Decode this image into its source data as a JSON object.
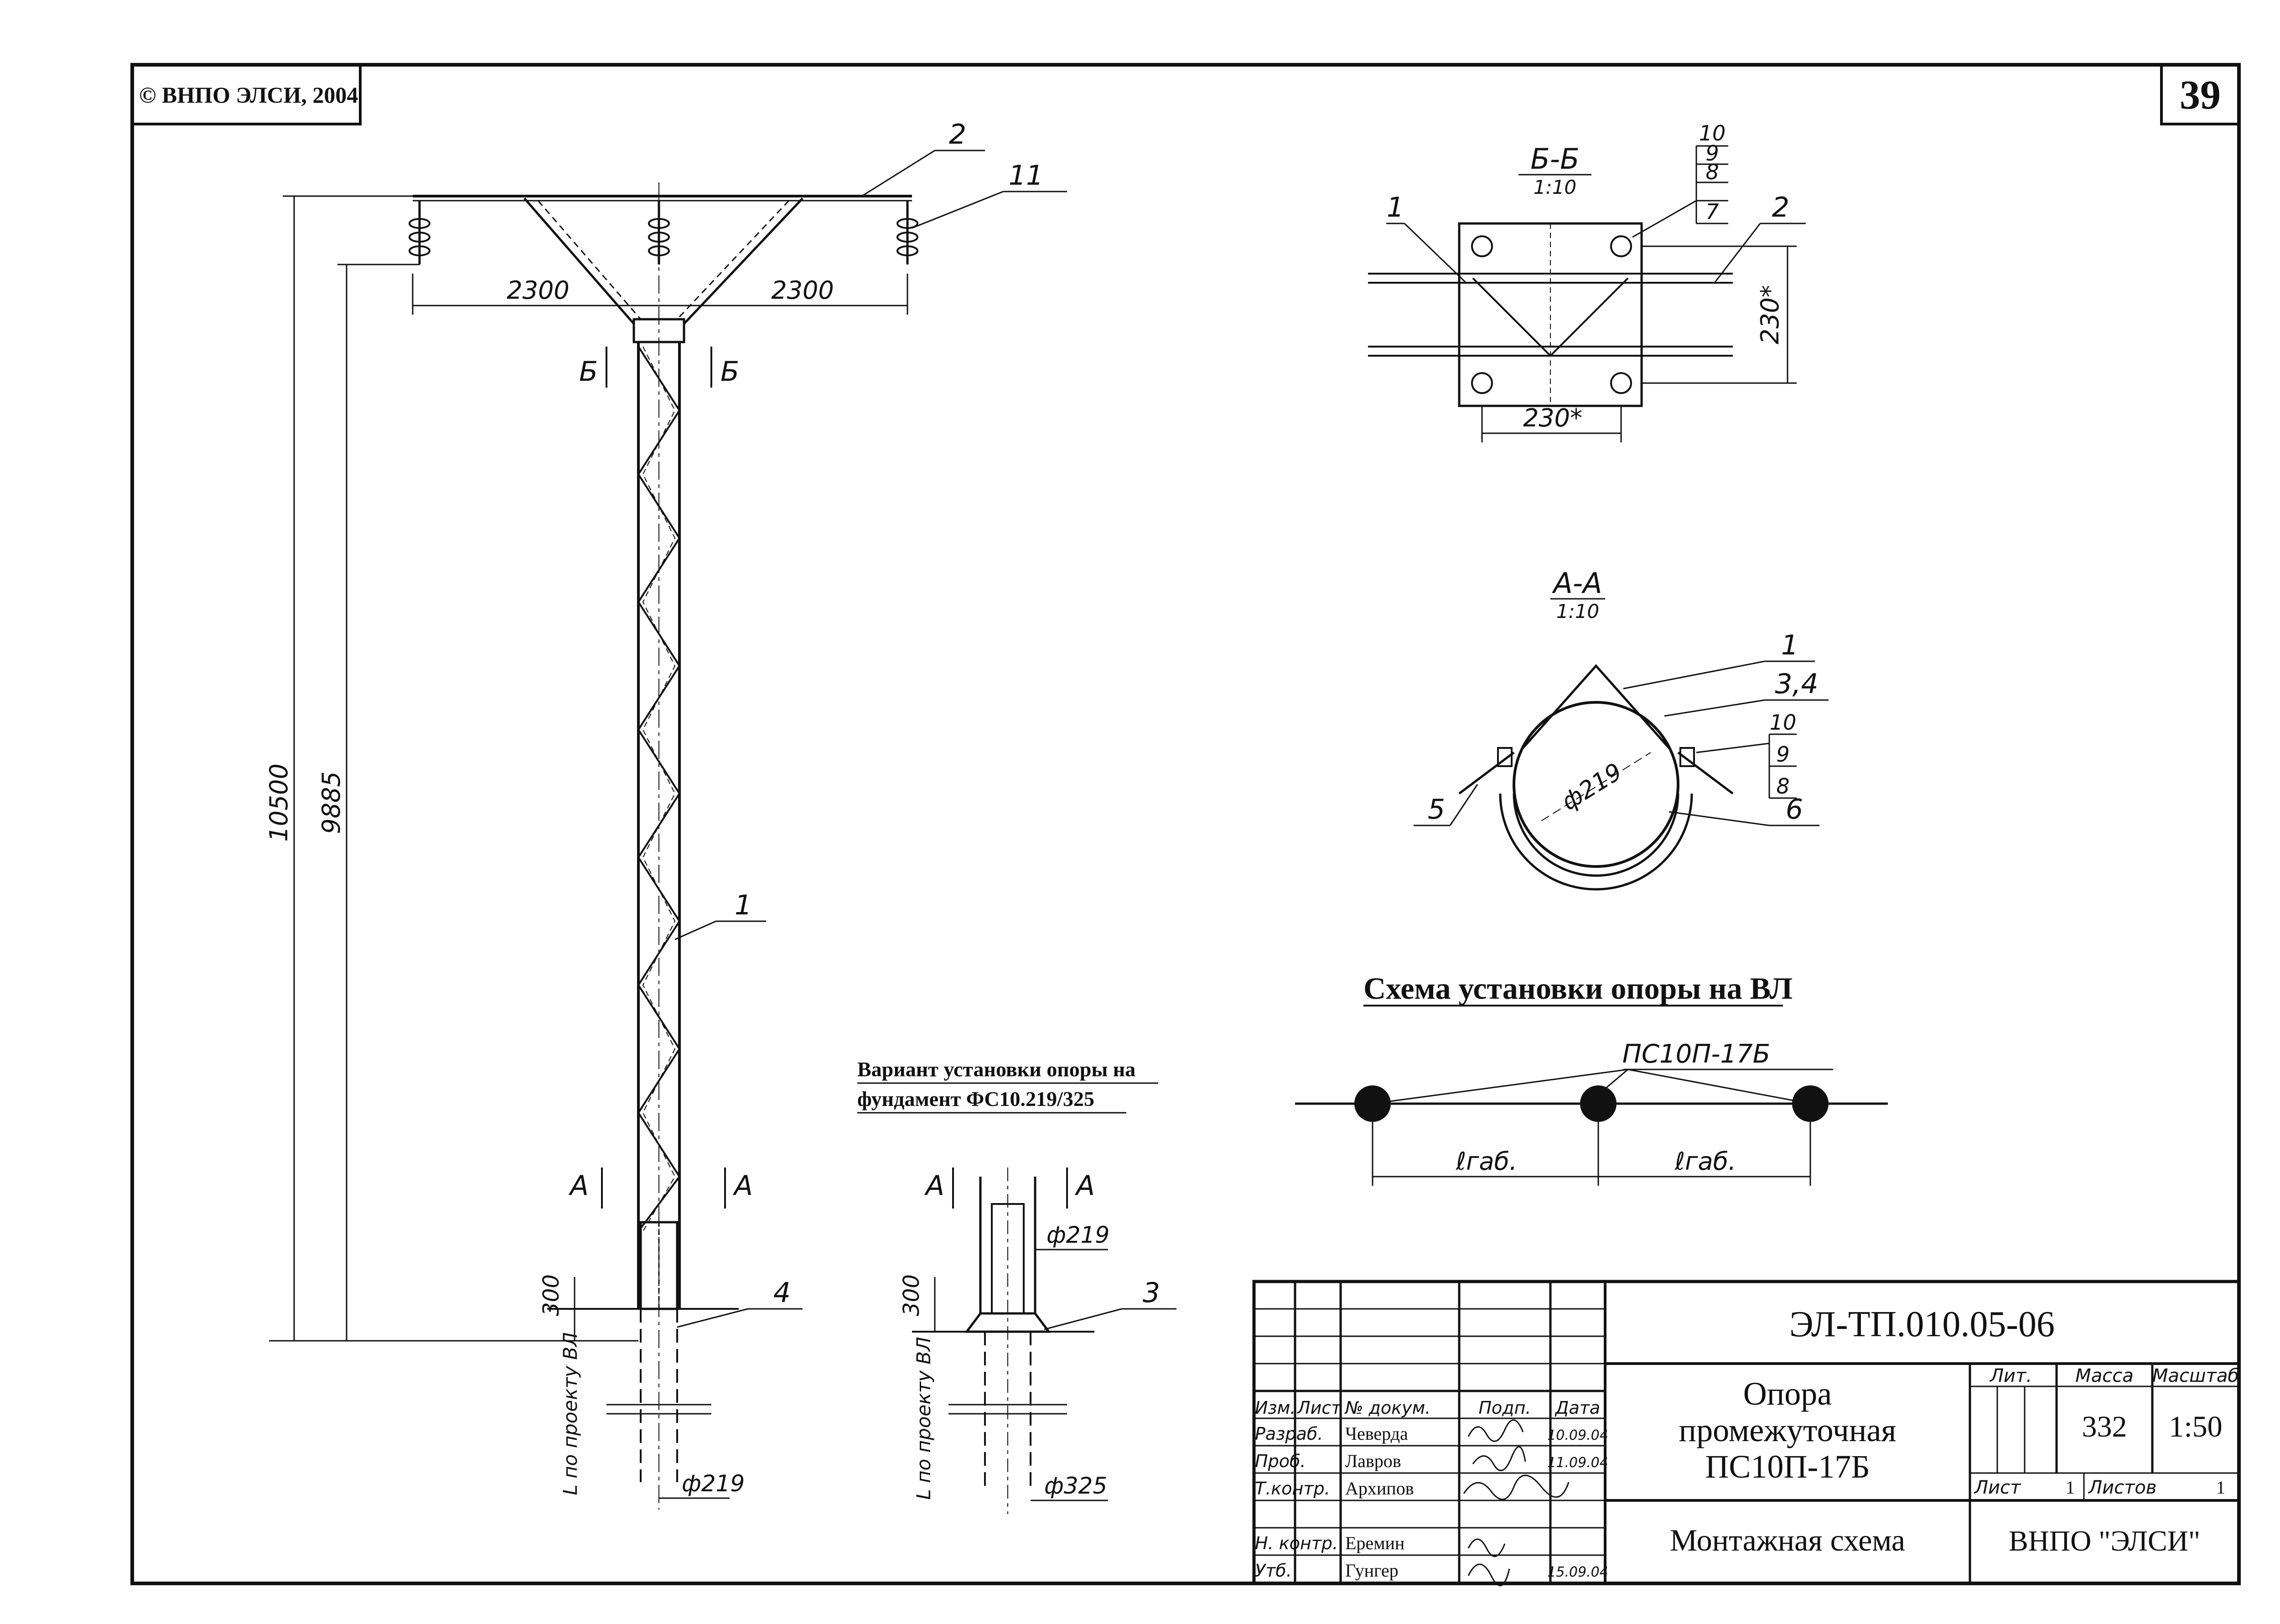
{
  "copyright": "© ВНПО ЭЛСИ, 2004",
  "sheet_number": "39",
  "main_view": {
    "dim_half_span_left": "2300",
    "dim_half_span_right": "2300",
    "dim_total_height": "10500",
    "dim_height_to_wire": "9885",
    "dim_base": "300",
    "embed_label": "L по проекту ВЛ",
    "pipe_diameter": "ф219",
    "section_b_left": "Б",
    "section_b_right": "Б",
    "section_a_left": "А",
    "section_a_right": "А",
    "callout_1": "1",
    "callout_2": "2",
    "callout_4": "4",
    "callout_11": "11"
  },
  "section_bb": {
    "title": "Б-Б",
    "scale": "1:10",
    "dim_width": "230*",
    "dim_height": "230*",
    "callout_1": "1",
    "callout_2": "2",
    "stack": [
      "10",
      "9",
      "8",
      "7"
    ]
  },
  "section_aa": {
    "title": "А-А",
    "scale": "1:10",
    "diameter": "ф219",
    "callout_1": "1",
    "callout_34": "3,4",
    "callout_5": "5",
    "callout_6": "6",
    "stack": [
      "10",
      "9",
      "8"
    ]
  },
  "foundation_variant": {
    "title_line1": "Вариант установки опоры на",
    "title_line2": "фундамент ФС10.219/325",
    "section_a_left": "А",
    "section_a_right": "А",
    "dim_base": "300",
    "embed_label": "L по проекту ВЛ",
    "diam_top": "ф219",
    "diam_bottom": "ф325",
    "callout_3": "3"
  },
  "installation_scheme": {
    "title": "Схема установки опоры на ВЛ",
    "pole_type": "ПС10П-17Б",
    "span_left": "ℓгаб.",
    "span_right": "ℓгаб."
  },
  "title_block": {
    "doc_code": "ЭЛ-ТП.010.05-06",
    "name_line1": "Опора",
    "name_line2": "промежуточная",
    "name_line3": "ПС10П-17Б",
    "drawing_type": "Монтажная схема",
    "organization": "ВНПО \"ЭЛСИ\"",
    "col_headers": {
      "izm": "Изм.",
      "list": "Лист",
      "doc": "№ докум.",
      "sign": "Подп.",
      "date": "Дата"
    },
    "lit_header": "Лит.",
    "mass_header": "Масса",
    "scale_header": "Масштаб",
    "mass": "332",
    "scale": "1:50",
    "sheet_label": "Лист",
    "sheet_value": "1",
    "sheets_label": "Листов",
    "sheets_value": "1",
    "rows": [
      {
        "role": "Разраб.",
        "name": "Чеверда",
        "date": "10.09.04"
      },
      {
        "role": "Проб.",
        "name": "Лавров",
        "date": "11.09.04"
      },
      {
        "role": "Т.контр.",
        "name": "Архипов",
        "date": ""
      },
      {
        "role": "Н. контр.",
        "name": "Еремин",
        "date": ""
      },
      {
        "role": "Утб.",
        "name": "Гунгер",
        "date": "15.09.04"
      }
    ]
  }
}
